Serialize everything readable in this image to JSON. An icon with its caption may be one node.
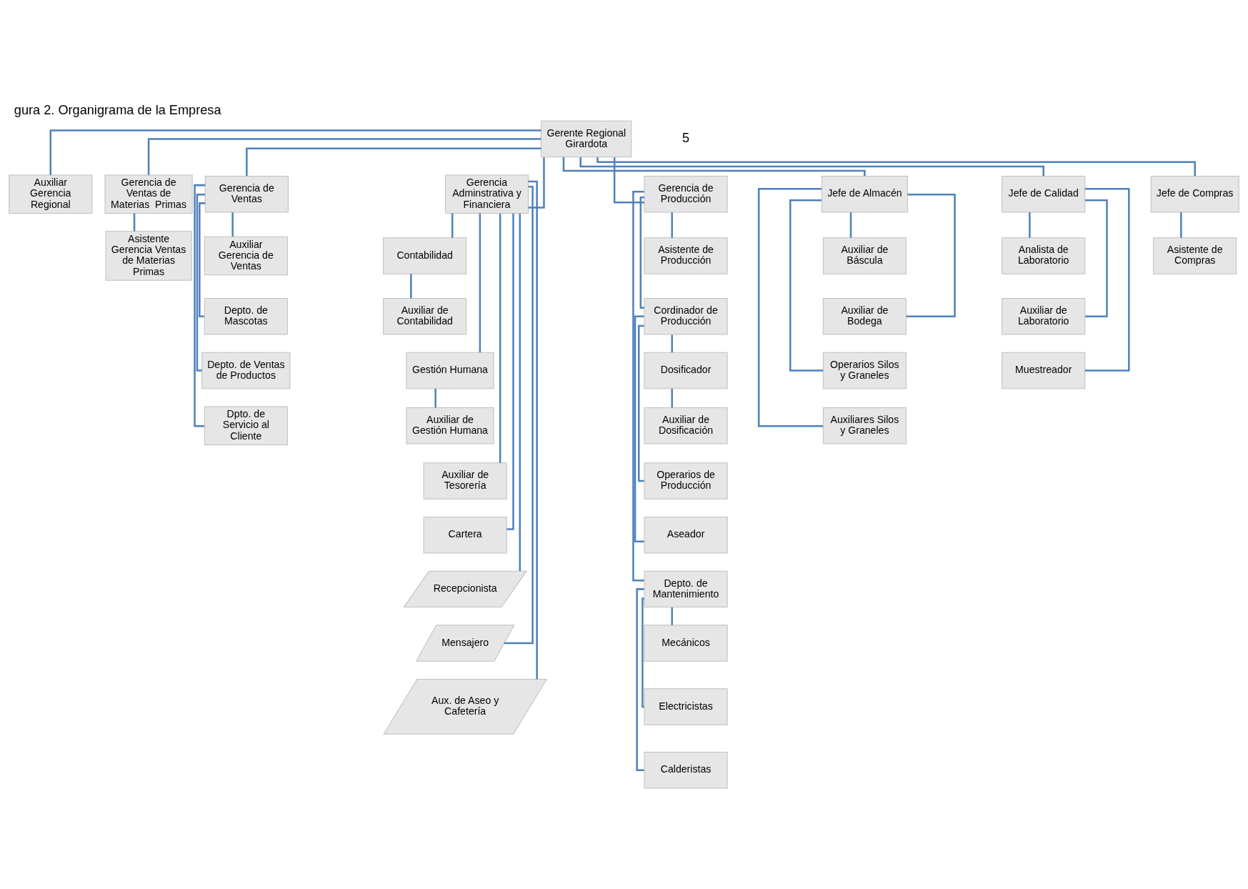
{
  "diagram": {
    "title": "gura 2. Organigrama de la Empresa",
    "nodes": [
      {
        "text": [
          "Gerente Regional Girardota"
        ]
      },
      {
        "text": [
          "Auxiliar Gerencia Regional"
        ]
      },
      {
        "text": [
          "Gerencia de Ventas de Materias  Primas"
        ]
      },
      {
        "text": [
          "Gerencia de Ventas"
        ]
      },
      {
        "text": [
          "Gerencia Adminstrativa y Financiera"
        ]
      },
      {
        "text": [
          "Gerencia de Producción"
        ]
      },
      {
        "text": [
          "Jefe de Almacén"
        ]
      },
      {
        "text": [
          "Jefe de Calidad"
        ]
      },
      {
        "text": [
          "Jefe de Compras"
        ]
      },
      {
        "text": [
          "Asistente Gerencia Ventas de Materias Primas"
        ]
      },
      {
        "text": [
          "Auxiliar Gerencia de Ventas"
        ]
      },
      {
        "text": [
          "Depto. de Mascotas"
        ]
      },
      {
        "text": [
          "Depto. de Ventas de Productos"
        ]
      },
      {
        "text": [
          "Dpto. de Servicio al Cliente"
        ]
      },
      {
        "text": [
          "Contabilidad"
        ]
      },
      {
        "text": [
          "Auxiliar de Contabilidad"
        ]
      },
      {
        "text": [
          "Gestión Humana"
        ]
      },
      {
        "text": [
          "Auxiliar de Gestión Humana"
        ]
      },
      {
        "text": [
          "Auxiliar de Tesorería"
        ]
      },
      {
        "text": [
          "Cartera"
        ]
      },
      {
        "text": [
          "Recepcionista"
        ]
      },
      {
        "text": [
          "Mensajero"
        ]
      },
      {
        "text": [
          "Aux. de Aseo y Cafetería"
        ]
      },
      {
        "text": [
          "Asistente de Producción"
        ]
      },
      {
        "text": [
          "Cordinador de Producción"
        ]
      },
      {
        "text": [
          "Depto. de Mantenimiento"
        ]
      },
      {
        "text": [
          "Dosificador"
        ]
      },
      {
        "text": [
          "Auxiliar de Dosificación"
        ]
      },
      {
        "text": [
          "Operarios de Producción"
        ]
      },
      {
        "text": [
          "Aseador"
        ]
      },
      {
        "text": [
          "Mecánicos"
        ]
      },
      {
        "text": [
          "Electricistas"
        ]
      },
      {
        "text": [
          "Calderistas"
        ]
      },
      {
        "text": [
          "Auxiliar de Báscula"
        ]
      },
      {
        "text": [
          "Auxiliar de Bodega"
        ]
      },
      {
        "text": [
          "Operarios Silos y Graneles"
        ]
      },
      {
        "text": [
          "Auxiliares Silos y Graneles"
        ]
      },
      {
        "text": [
          "Analista de Laboratorio"
        ]
      },
      {
        "text": [
          "Auxiliar de Laboratorio"
        ]
      },
      {
        "text": [
          "Muestreador"
        ]
      },
      {
        "text": [
          "Asistente de Compras"
        ]
      }
    ],
    "edges": [
      {
        "from": 0,
        "to": 1,
        "arrow": "none"
      },
      {
        "from": 0,
        "to": 2,
        "arrow": "none"
      },
      {
        "from": 0,
        "to": 3,
        "arrow": "none"
      },
      {
        "from": 0,
        "to": 4,
        "arrow": "none"
      },
      {
        "from": 0,
        "to": 5,
        "arrow": "none"
      },
      {
        "from": 0,
        "to": 6,
        "arrow": "none"
      },
      {
        "from": 0,
        "to": 7,
        "arrow": "none"
      },
      {
        "from": 0,
        "to": 8,
        "arrow": "none"
      },
      {
        "from": 2,
        "to": 9,
        "arrow": "none"
      },
      {
        "from": 3,
        "to": 10,
        "arrow": "none"
      },
      {
        "from": 3,
        "to": 11,
        "arrow": "none"
      },
      {
        "from": 3,
        "to": 12,
        "arrow": "none"
      },
      {
        "from": 3,
        "to": 13,
        "arrow": "none"
      },
      {
        "from": 4,
        "to": 14,
        "arrow": "none"
      },
      {
        "from": 14,
        "to": 15,
        "arrow": "none"
      },
      {
        "from": 4,
        "to": 16,
        "arrow": "none"
      },
      {
        "from": 16,
        "to": 17,
        "arrow": "none"
      },
      {
        "from": 4,
        "to": 18,
        "arrow": "none"
      },
      {
        "from": 4,
        "to": 19,
        "arrow": "none"
      },
      {
        "from": 4,
        "to": 20,
        "arrow": "none"
      },
      {
        "from": 4,
        "to": 21,
        "arrow": "none"
      },
      {
        "from": 4,
        "to": 22,
        "arrow": "none"
      },
      {
        "from": 5,
        "to": 23,
        "arrow": "none"
      },
      {
        "from": 5,
        "to": 24,
        "arrow": "none"
      },
      {
        "from": 5,
        "to": 25,
        "arrow": "none"
      },
      {
        "from": 24,
        "to": 26,
        "arrow": "none"
      },
      {
        "from": 26,
        "to": 27,
        "arrow": "none"
      },
      {
        "from": 24,
        "to": 28,
        "arrow": "none"
      },
      {
        "from": 24,
        "to": 29,
        "arrow": "none"
      },
      {
        "from": 25,
        "to": 30,
        "arrow": "none"
      },
      {
        "from": 25,
        "to": 31,
        "arrow": "none"
      },
      {
        "from": 25,
        "to": 32,
        "arrow": "none"
      },
      {
        "from": 6,
        "to": 33,
        "arrow": "none"
      },
      {
        "from": 6,
        "to": 34,
        "arrow": "none"
      },
      {
        "from": 6,
        "to": 35,
        "arrow": "none"
      },
      {
        "from": 6,
        "to": 36,
        "arrow": "none"
      },
      {
        "from": 7,
        "to": 37,
        "arrow": "none"
      },
      {
        "from": 7,
        "to": 38,
        "arrow": "none"
      },
      {
        "from": 7,
        "to": 39,
        "arrow": "none"
      },
      {
        "from": 8,
        "to": 40,
        "arrow": "none"
      }
    ],
    "labels": [
      "5"
    ]
  }
}
